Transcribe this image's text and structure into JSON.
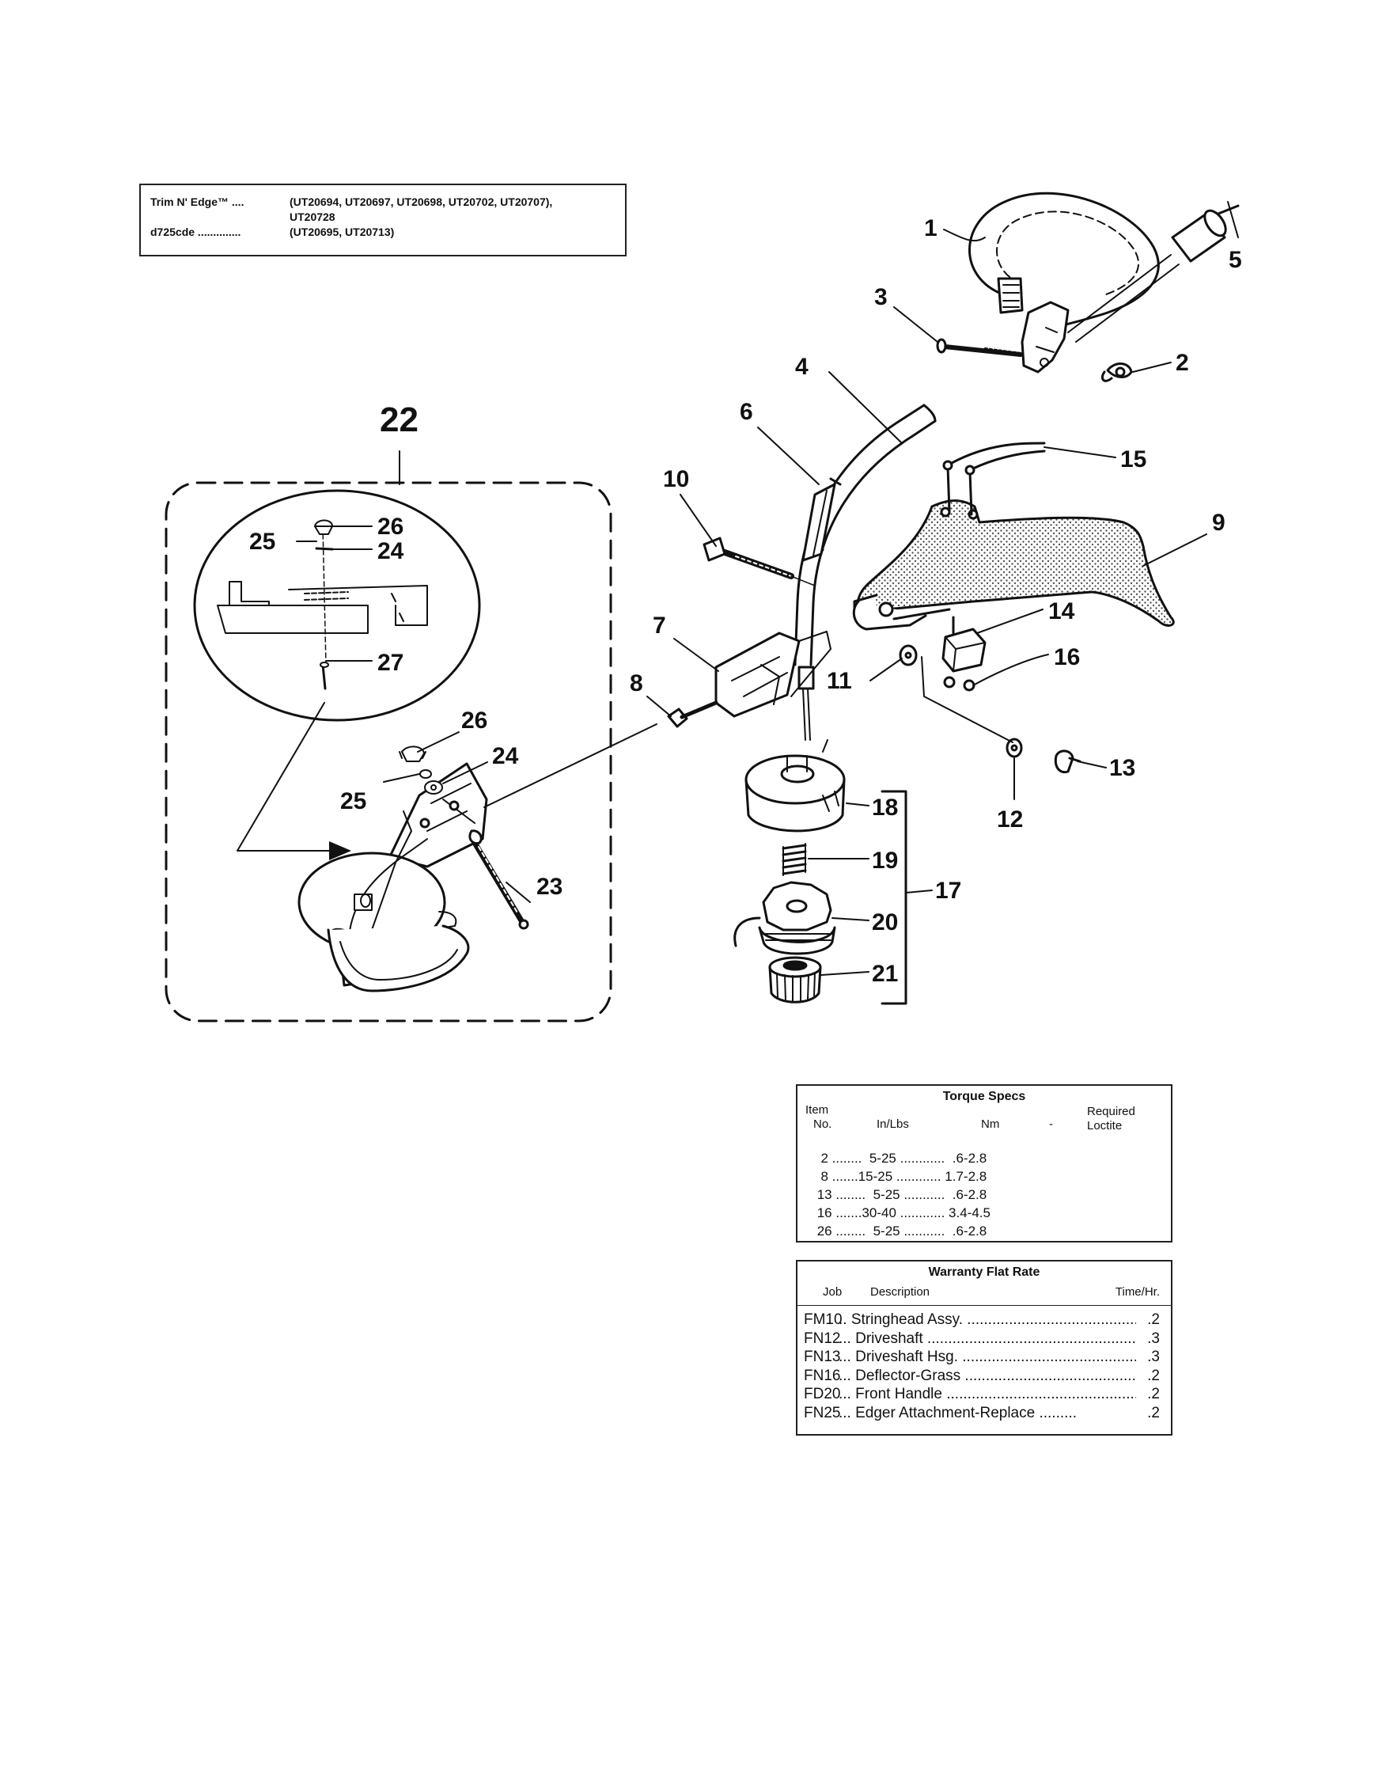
{
  "model_box": {
    "row1_name": "Trim N' Edge™ ....",
    "row1_models": "(UT20694, UT20697, UT20698, UT20702, UT20707),",
    "row1_cont": "UT20728",
    "row2_name": "d725cde ..............",
    "row2_models": "(UT20695, UT20713)"
  },
  "callouts": {
    "c1": "1",
    "c2": "2",
    "c3": "3",
    "c4": "4",
    "c5": "5",
    "c6": "6",
    "c7": "7",
    "c8": "8",
    "c9": "9",
    "c10": "10",
    "c11": "11",
    "c12": "12",
    "c13": "13",
    "c14": "14",
    "c15": "15",
    "c16": "16",
    "c17": "17",
    "c18": "18",
    "c19": "19",
    "c20": "20",
    "c21": "21",
    "c22": "22",
    "c23": "23",
    "c24a": "24",
    "c25a": "25",
    "c26a": "26",
    "c27": "27",
    "c24b": "24",
    "c25b": "25",
    "c26b": "26"
  },
  "torque_specs": {
    "title": "Torque Specs",
    "item_label": "Item",
    "no_label": "No.",
    "inlbs_label": "In/Lbs",
    "nm_label": "Nm",
    "dash_label": "-",
    "required_label": "Required",
    "loctite_label": "Loctite",
    "rows": [
      "  2 ........  5-25 ............  .6-2.8",
      "  8 .......15-25 ............ 1.7-2.8",
      " 13 ........  5-25 ...........  .6-2.8",
      " 16 .......30-40 ............ 3.4-4.5",
      " 26 ........  5-25 ...........  .6-2.8"
    ]
  },
  "warranty": {
    "title": "Warranty Flat Rate",
    "job_label": "Job",
    "description_label": "Description",
    "time_label": "Time/Hr.",
    "rows": [
      {
        "job": "FM10",
        "desc": ".. Stringhead Assy. ..........................................",
        "time": ".2"
      },
      {
        "job": "FN12",
        "desc": "... Driveshaft ..........................................................",
        "time": ".3"
      },
      {
        "job": "FN13",
        "desc": "... Driveshaft Hsg. ..........................................",
        "time": ".3"
      },
      {
        "job": "FN16",
        "desc": "... Deflector-Grass ...........................................",
        "time": ".2"
      },
      {
        "job": "FD20",
        "desc": "... Front Handle ................................................",
        "time": ".2"
      },
      {
        "job": "FN25",
        "desc": "... Edger Attachment-Replace .........",
        "time": ".2"
      }
    ]
  }
}
